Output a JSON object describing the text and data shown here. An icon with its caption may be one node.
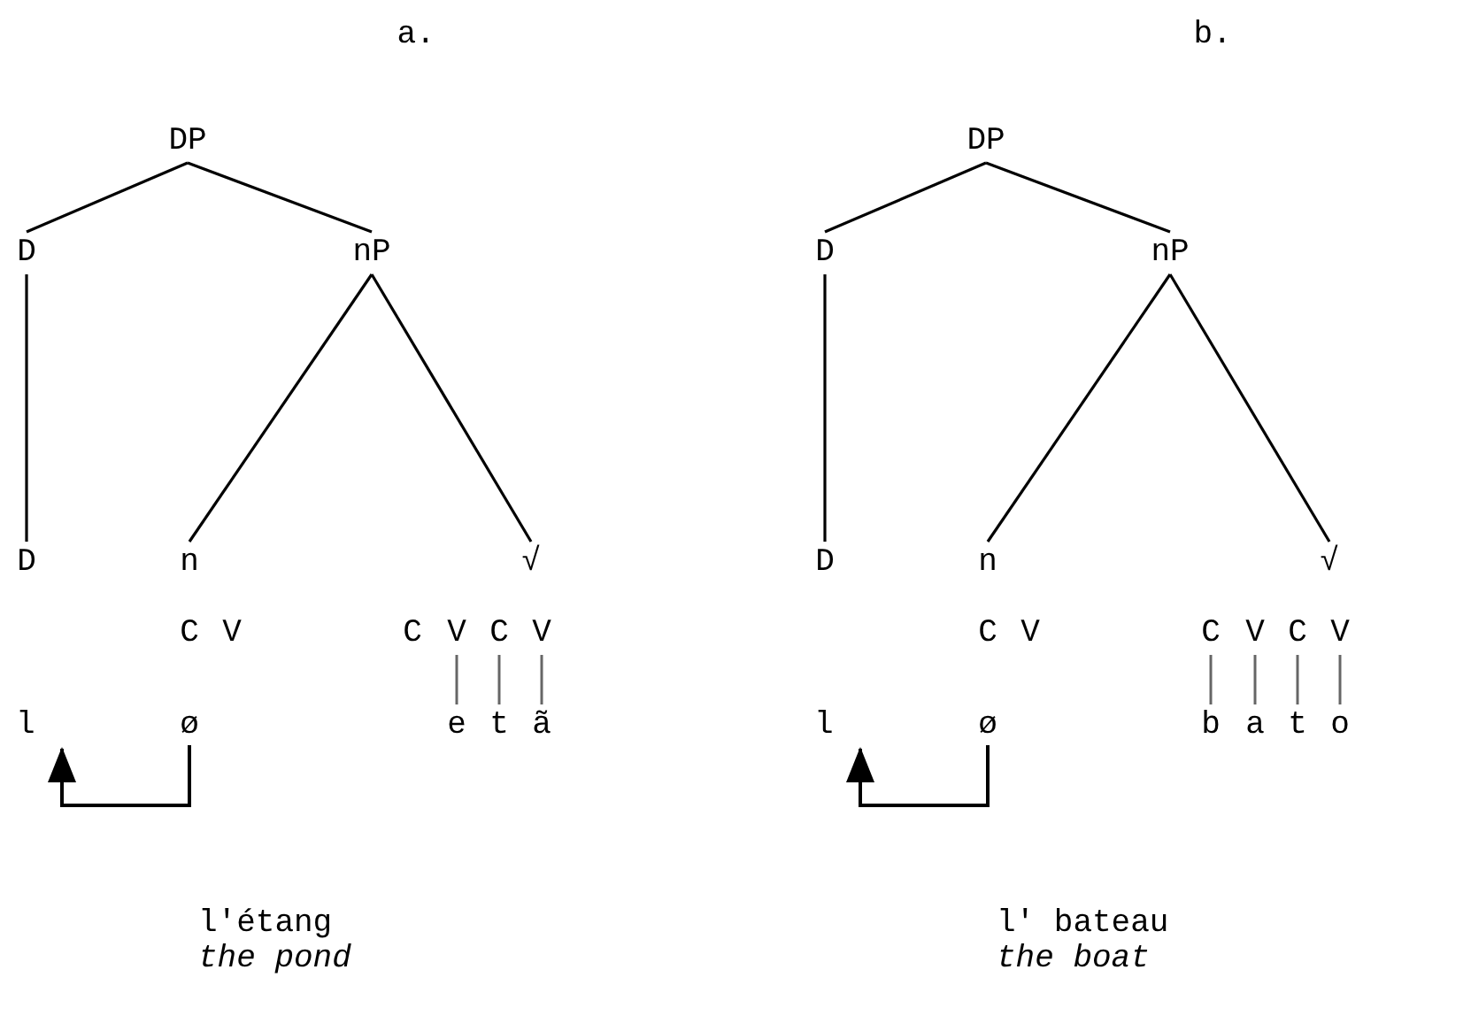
{
  "diagram": {
    "nodes": [
      {
        "text": [
          "DP"
        ]
      },
      {
        "text": [
          "D"
        ]
      },
      {
        "text": [
          "nP"
        ]
      },
      {
        "text": [
          "D"
        ]
      },
      {
        "text": [
          "n"
        ]
      },
      {
        "text": [
          "√"
        ]
      },
      {
        "text": [
          "C"
        ]
      },
      {
        "text": [
          "V"
        ]
      },
      {
        "text": [
          "C"
        ]
      },
      {
        "text": [
          "V"
        ]
      },
      {
        "text": [
          "C"
        ]
      },
      {
        "text": [
          "V"
        ]
      },
      {
        "text": [
          "l"
        ]
      },
      {
        "text": [
          "ø"
        ]
      },
      {
        "text": [
          "e"
        ]
      },
      {
        "text": [
          "t"
        ]
      },
      {
        "text": [
          "ã"
        ]
      },
      {
        "text": [
          "DP"
        ]
      },
      {
        "text": [
          "D"
        ]
      },
      {
        "text": [
          "nP"
        ]
      },
      {
        "text": [
          "D"
        ]
      },
      {
        "text": [
          "n"
        ]
      },
      {
        "text": [
          "√"
        ]
      },
      {
        "text": [
          "C"
        ]
      },
      {
        "text": [
          "V"
        ]
      },
      {
        "text": [
          "C"
        ]
      },
      {
        "text": [
          "V"
        ]
      },
      {
        "text": [
          "C"
        ]
      },
      {
        "text": [
          "V"
        ]
      },
      {
        "text": [
          "l"
        ]
      },
      {
        "text": [
          "ø"
        ]
      },
      {
        "text": [
          "b"
        ]
      },
      {
        "text": [
          "a"
        ]
      },
      {
        "text": [
          "t"
        ]
      },
      {
        "text": [
          "o"
        ]
      }
    ],
    "edges": [
      {
        "from": 0,
        "to": 1,
        "arrow": "none"
      },
      {
        "from": 0,
        "to": 2,
        "arrow": "none"
      },
      {
        "from": 1,
        "to": 3,
        "arrow": "none"
      },
      {
        "from": 2,
        "to": 4,
        "arrow": "none"
      },
      {
        "from": 2,
        "to": 5,
        "arrow": "none"
      },
      {
        "from": 9,
        "to": 14,
        "arrow": "none",
        "color": "#666666"
      },
      {
        "from": 10,
        "to": 15,
        "arrow": "none",
        "color": "#666666"
      },
      {
        "from": 11,
        "to": 16,
        "arrow": "none",
        "color": "#666666"
      },
      {
        "from": 13,
        "to": 12,
        "arrow": "to"
      },
      {
        "from": 17,
        "to": 18,
        "arrow": "none"
      },
      {
        "from": 17,
        "to": 19,
        "arrow": "none"
      },
      {
        "from": 18,
        "to": 20,
        "arrow": "none"
      },
      {
        "from": 19,
        "to": 21,
        "arrow": "none"
      },
      {
        "from": 19,
        "to": 22,
        "arrow": "none"
      },
      {
        "from": 25,
        "to": 31,
        "arrow": "none",
        "color": "#666666"
      },
      {
        "from": 26,
        "to": 32,
        "arrow": "none",
        "color": "#666666"
      },
      {
        "from": 27,
        "to": 33,
        "arrow": "none",
        "color": "#666666"
      },
      {
        "from": 28,
        "to": 34,
        "arrow": "none",
        "color": "#666666"
      },
      {
        "from": 30,
        "to": 29,
        "arrow": "to"
      }
    ],
    "labels": [
      "a.",
      "b.",
      "l'étang",
      "the pond",
      "l' bateau",
      "the boat"
    ]
  }
}
